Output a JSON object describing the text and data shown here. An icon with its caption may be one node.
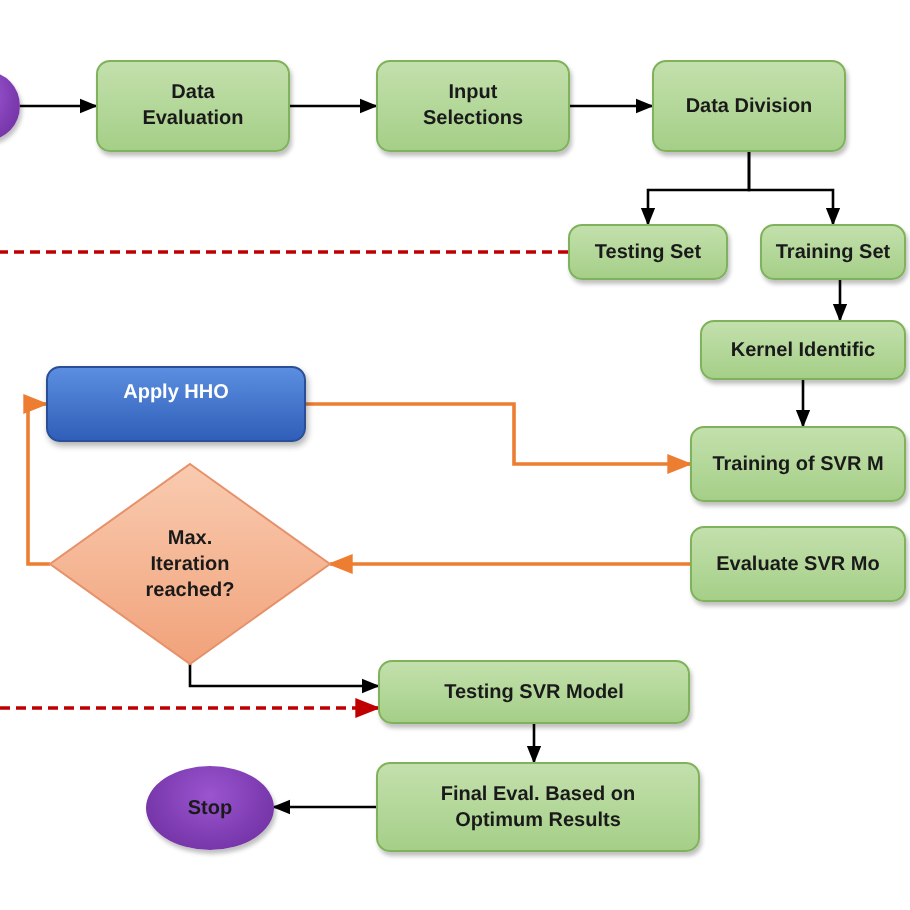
{
  "diagram": {
    "nodes": [
      {
        "text": [],
        "shape": "circle"
      },
      {
        "text": [
          "Data Evaluation"
        ]
      },
      {
        "text": [
          "Input Selections"
        ]
      },
      {
        "text": [
          "Data Division"
        ]
      },
      {
        "text": [
          "Testing Set"
        ]
      },
      {
        "text": [
          "Training Set"
        ]
      },
      {
        "text": [
          "Kernel Identific"
        ]
      },
      {
        "text": [
          "Apply HHO"
        ]
      },
      {
        "text": [
          "Training of SVR M"
        ]
      },
      {
        "text": [
          "Max. Iteration reached?"
        ]
      },
      {
        "text": [
          "Evaluate SVR Mo"
        ]
      },
      {
        "text": [
          "Testing SVR Model"
        ]
      },
      {
        "text": [
          "Final Eval. Based on Optimum Results"
        ]
      },
      {
        "text": [
          "Stop"
        ]
      }
    ],
    "edges": [
      {
        "from": 0,
        "to": 1,
        "arrow": "to"
      },
      {
        "from": 1,
        "to": 2,
        "arrow": "to"
      },
      {
        "from": 2,
        "to": 3,
        "arrow": "to"
      },
      {
        "from": 3,
        "to": 4,
        "arrow": "to"
      },
      {
        "from": 3,
        "to": 5,
        "arrow": "to"
      },
      {
        "from": 5,
        "to": 6,
        "arrow": "to"
      },
      {
        "from": 6,
        "to": 8,
        "arrow": "to"
      },
      {
        "from": 7,
        "to": 8,
        "arrow": "to",
        "color": "#ed7d31"
      },
      {
        "from": 10,
        "to": 9,
        "arrow": "to",
        "color": "#ed7d31"
      },
      {
        "from": 9,
        "to": 7,
        "arrow": "to",
        "color": "#ed7d31"
      },
      {
        "from": 9,
        "to": 11,
        "arrow": "to"
      },
      {
        "from": 4,
        "to": null,
        "arrow": "none",
        "style": "dashed",
        "color": "#c00000"
      },
      {
        "from": null,
        "to": 11,
        "arrow": "to",
        "style": "dashed",
        "color": "#c00000"
      },
      {
        "from": 11,
        "to": 12,
        "arrow": "to"
      },
      {
        "from": 12,
        "to": 13,
        "arrow": "to"
      }
    ]
  }
}
